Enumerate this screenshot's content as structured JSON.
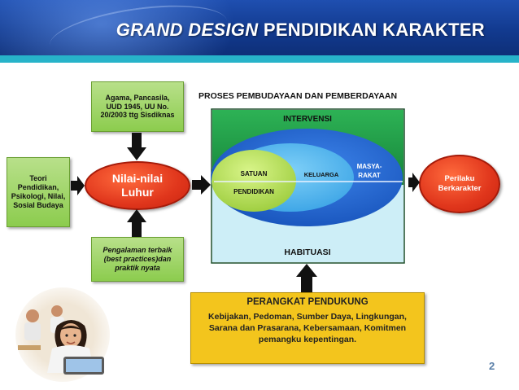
{
  "header": {
    "title_italic": "GRAND DESIGN",
    "title_rest": "PENDIDIKAN KARAKTER"
  },
  "boxes": {
    "top": "Agama, Pancasila, UUD 1945, UU No. 20/2003 ttg Sisdiknas",
    "left": "Teori Pendidikan, Psikologi, Nilai, Sosial Budaya",
    "bottom": "Pengalaman terbaik (best practices)dan praktik nyata"
  },
  "nodes": {
    "nilai": "Nilai-nilai Luhur",
    "perilaku": "Perilaku Berkarakter"
  },
  "process_title": "PROSES PEMBUDAYAAN DAN PEMBERDAYAAN",
  "intervensi": "INTERVENSI",
  "habituasi": "HABITUASI",
  "ellipses": {
    "satuan": "SATUAN",
    "pendidikan": "PENDIDIKAN",
    "keluarga": "KELUARGA",
    "masya1": "MASYA-",
    "masya2": "RAKAT"
  },
  "perangkat": {
    "title": "PERANGKAT PENDUKUNG",
    "text": "Kebijakan, Pedoman, Sumber Daya, Lingkungan, Sarana dan Prasarana, Kebersamaan, Komitmen pemangku kepentingan."
  },
  "page_number": "2",
  "colors": {
    "header": "#123a8f",
    "stripe": "#27b3c9",
    "green_box": "#8ccc4e",
    "red_node": "#e0361c",
    "intervensi_fill": "#22a04a",
    "habituasi_fill": "#cdeef7",
    "masyarakat_fill": "#1f63d0",
    "keluarga_fill": "#4fb0ea",
    "satuan_fill": "#b6e05a",
    "yellow_box": "#f3c51d"
  }
}
